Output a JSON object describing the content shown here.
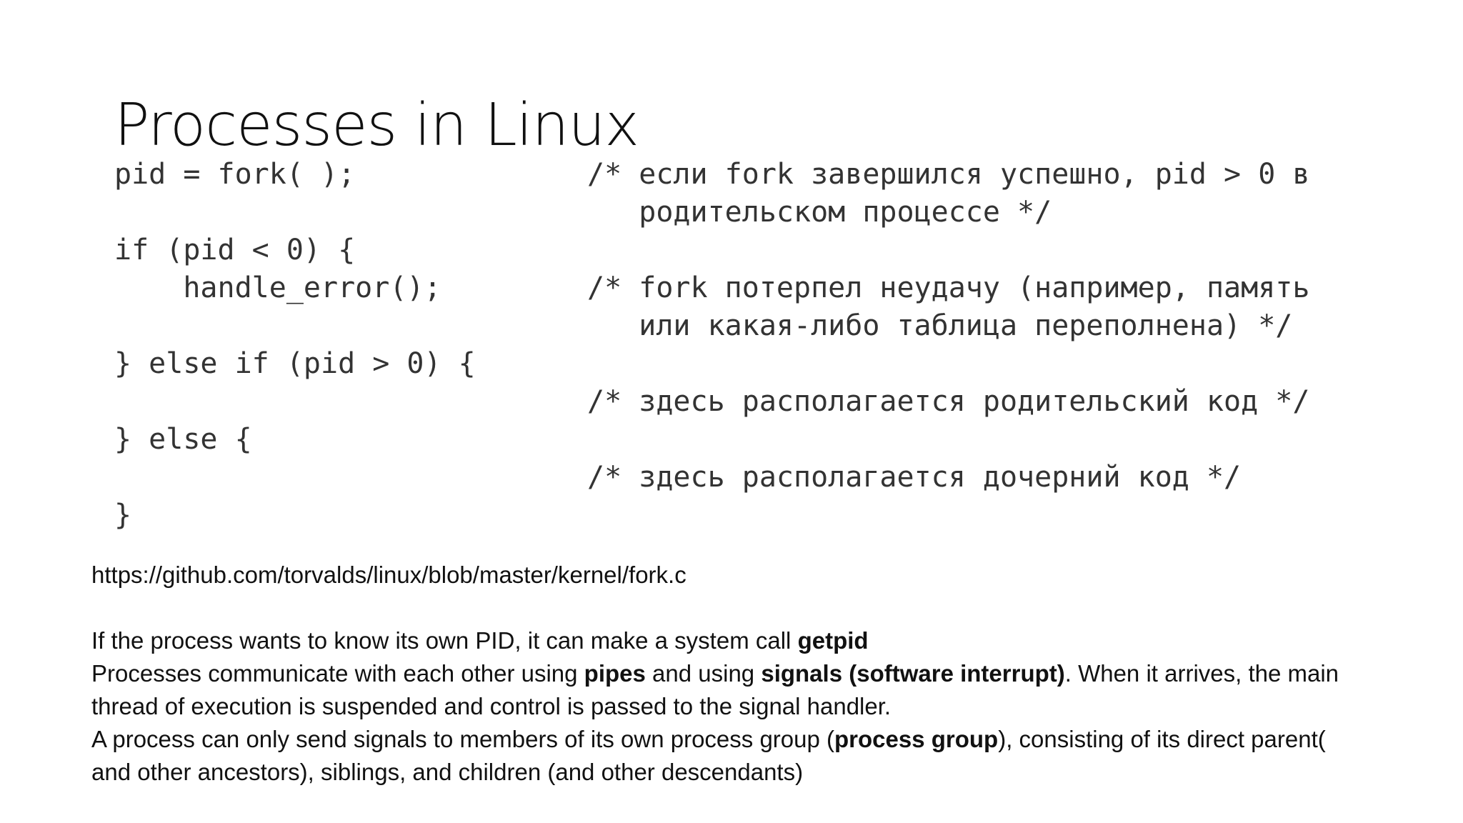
{
  "slide": {
    "title": "Processes in Linux",
    "code": {
      "lines": [
        "pid = fork( );",
        "if (pid < 0) {",
        "    handle_error();",
        "} else if (pid > 0) {",
        "} else {",
        "}"
      ],
      "comments": [
        "/* если fork завершился успешно, pid > 0 в",
        "   родительском процессе */",
        "/* fork потерпел неудачу (например, память",
        "   или какая-либо таблица переполнена) */",
        "/* здесь располагается родительский код */",
        "/* здесь располагается дочерний код */"
      ]
    },
    "url": "https://github.com/torvalds/linux/blob/master/kernel/fork.c",
    "paragraphs": {
      "p1_text": "If the process wants to know its own PID, it can make a system call ",
      "p1_bold": "getpid",
      "p2_a": "Processes communicate with each other using ",
      "p2_bold1": "pipes",
      "p2_b": " and using ",
      "p2_bold2": "signals (software interrupt)",
      "p2_c": ". When it arrives, the main thread of execution is suspended and control is passed to the signal handler.",
      "p3_a": "A process can only send signals to members of its own process group (",
      "p3_bold": "process group",
      "p3_b": "), consisting of its direct parent( and other ancestors), siblings, and children (and other descendants)"
    }
  }
}
